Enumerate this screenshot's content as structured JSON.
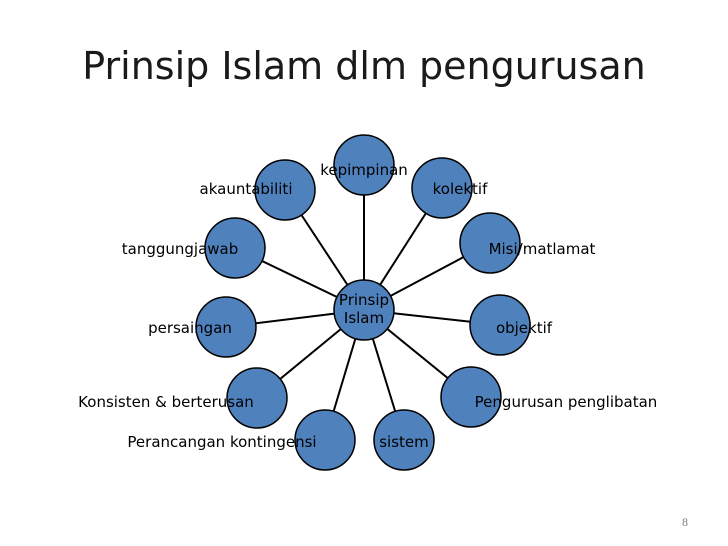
{
  "slide": {
    "title": "Prinsip Islam dlm pengurusan",
    "page_number": "8"
  },
  "diagram": {
    "center": {
      "label_line1": "Prinsip",
      "label_line2": "Islam"
    },
    "nodes": [
      {
        "id": "kepimpinan",
        "label": "kepimpinan"
      },
      {
        "id": "kolektif",
        "label": "kolektif"
      },
      {
        "id": "misi-matlamat",
        "label": "Misi/matlamat"
      },
      {
        "id": "objektif",
        "label": "objektif"
      },
      {
        "id": "pengurusan-penglibatan",
        "label": "Pengurusan penglibatan"
      },
      {
        "id": "sistem",
        "label": "sistem"
      },
      {
        "id": "perancangan-kontingensi",
        "label": "Perancangan kontingensi"
      },
      {
        "id": "konsisten-berterusan",
        "label": "Konsisten & berterusan"
      },
      {
        "id": "persaingan",
        "label": "persaingan"
      },
      {
        "id": "tanggungjawab",
        "label": "tanggungjawab"
      },
      {
        "id": "akauntabiliti",
        "label": "akauntabiliti"
      }
    ],
    "colors": {
      "node_fill": "#4f81bd",
      "stroke": "#000000"
    }
  }
}
